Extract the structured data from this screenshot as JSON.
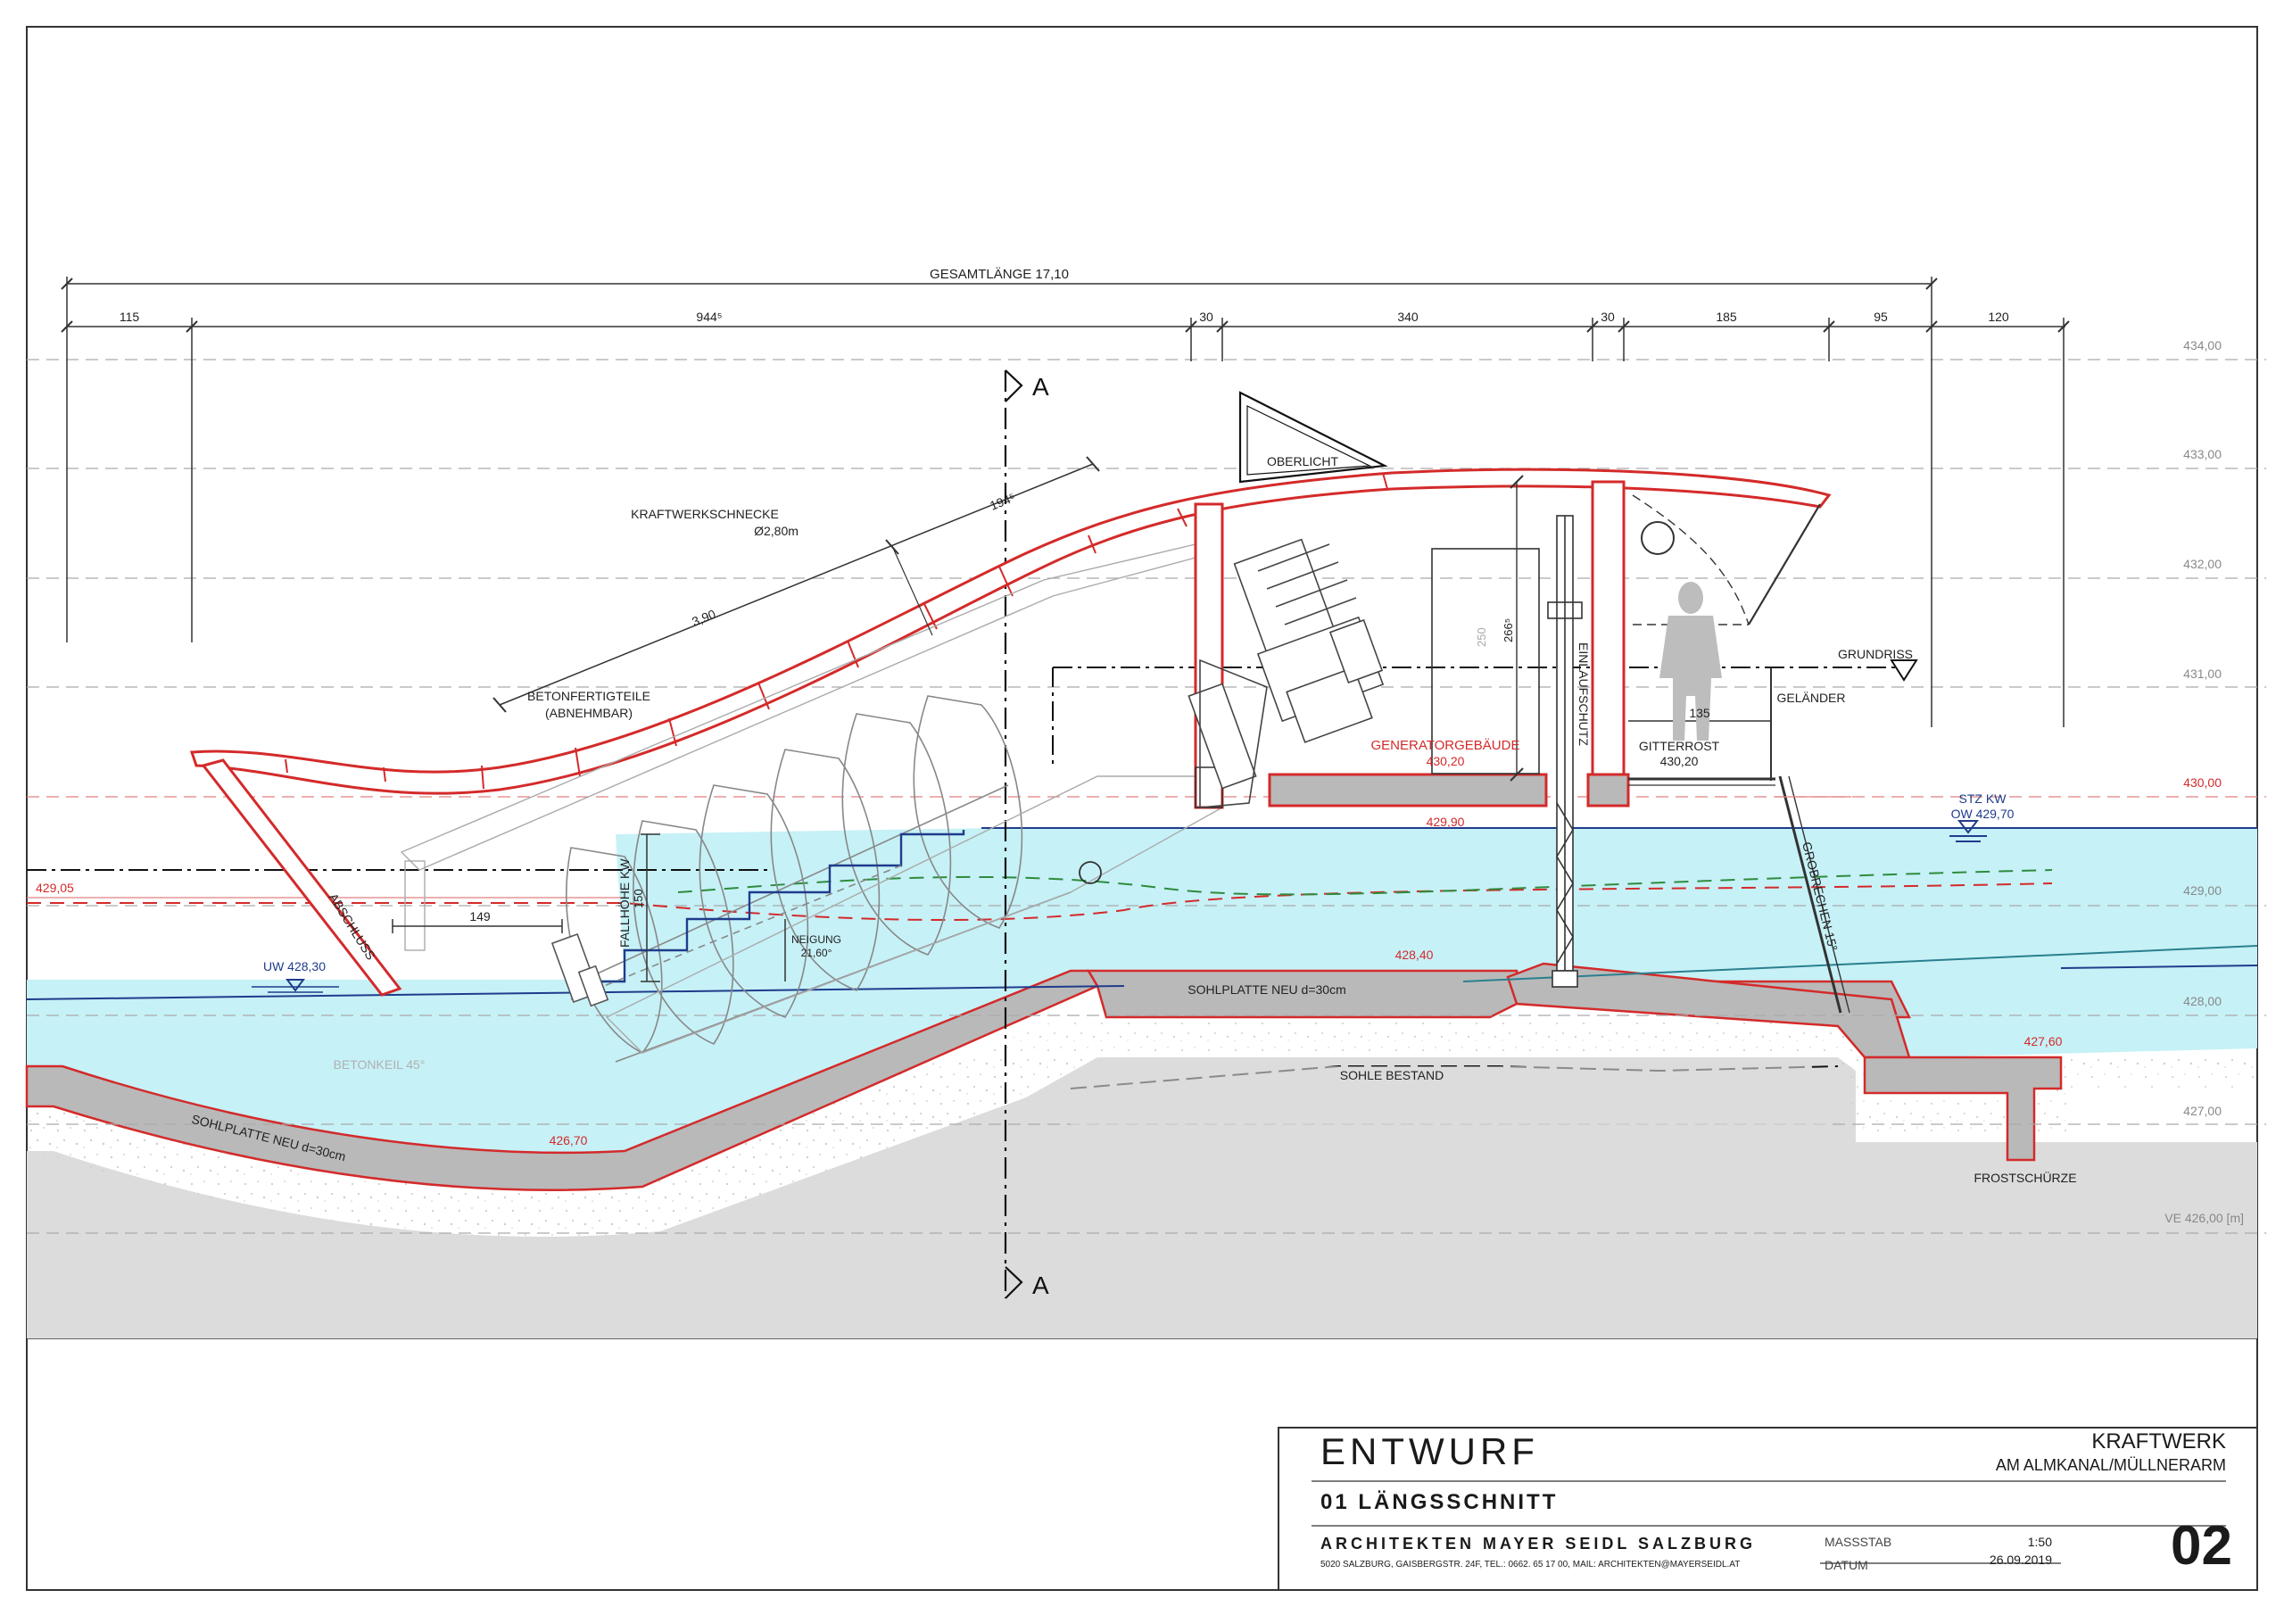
{
  "overall_dimension": "GESAMTLÄNGE  17,10",
  "dimension_segments": [
    "115",
    "944⁵",
    "30",
    "340",
    "30",
    "185",
    "95",
    "120"
  ],
  "elevation_labels": [
    "434,00",
    "433,00",
    "432,00",
    "431,00",
    "430,00",
    "429,00",
    "428,00",
    "427,00",
    "VE 426,00 [m]"
  ],
  "section_marker": "A",
  "labels": {
    "oberlicht": "OBERLICHT",
    "screw_name": "KRAFTWERKSCHNECKE",
    "screw_diameter": "Ø2,80m",
    "dim_194": "194⁵",
    "dim_390": "3,90",
    "betonfertigteile": "BETONFERTIGTEILE",
    "abnehmbar": "(ABNEHMBAR)",
    "abschluss": "ABSCHLUSS",
    "fallhoehe": "FALLHÖHE KW",
    "fallhoehe_value": "150",
    "dim_149": "149",
    "neigung": "NEIGUNG",
    "neigung_value": "21,60°",
    "dim_250": "250",
    "dim_266": "266⁵",
    "einlaufschutz": "EINLAUFSCHUTZ",
    "generatorgebaeude": "GENERATORGEBÄUDE",
    "gen_level": "430,20",
    "level_42990": "429,90",
    "grundriss": "GRUNDRISS",
    "gelaender": "GELÄNDER",
    "dim_135": "135",
    "gitterrost": "GITTERROST",
    "gitter_level": "430,20",
    "stz_kw": "STZ KW",
    "ow": "OW 429,70",
    "level_42905": "429,05",
    "uw": "UW 428,30",
    "grobrechen": "GROBRECHEN 15°",
    "level_42840": "428,40",
    "sohlplatte_top": "SOHLPLATTE NEU d=30cm",
    "betonkeil": "BETONKEIL 45°",
    "sohle_bestand": "SOHLE BESTAND",
    "level_42760": "427,60",
    "sohlplatte_bottom": "SOHLPLATTE NEU d=30cm",
    "level_42670": "426,70",
    "frostschuerze": "FROSTSCHÜRZE"
  },
  "title_block": {
    "status": "ENTWURF",
    "project_line1": "KRAFTWERK",
    "project_line2": "AM ALMKANAL/MÜLLNERARM",
    "drawing_title": "01 LÄNGSSCHNITT",
    "architect": "ARCHITEKTEN MAYER SEIDL SALZBURG",
    "address": "5020 SALZBURG, GAISBERGSTR. 24F, TEL.: 0662. 65 17 00, MAIL: ARCHITEKTEN@MAYERSEIDL.AT",
    "scale_label": "MASSSTAB",
    "scale_value": "1:50",
    "date_label": "DATUM",
    "date_value": "26.09.2019",
    "sheet_number": "02"
  },
  "colors": {
    "water": "#c6f1f7",
    "concrete": "#b9b9b9",
    "ground": "#dcdcdc",
    "red_line": "#d42a2a",
    "blue_line": "#1f3c8c",
    "green_line": "#2e8b3d"
  }
}
